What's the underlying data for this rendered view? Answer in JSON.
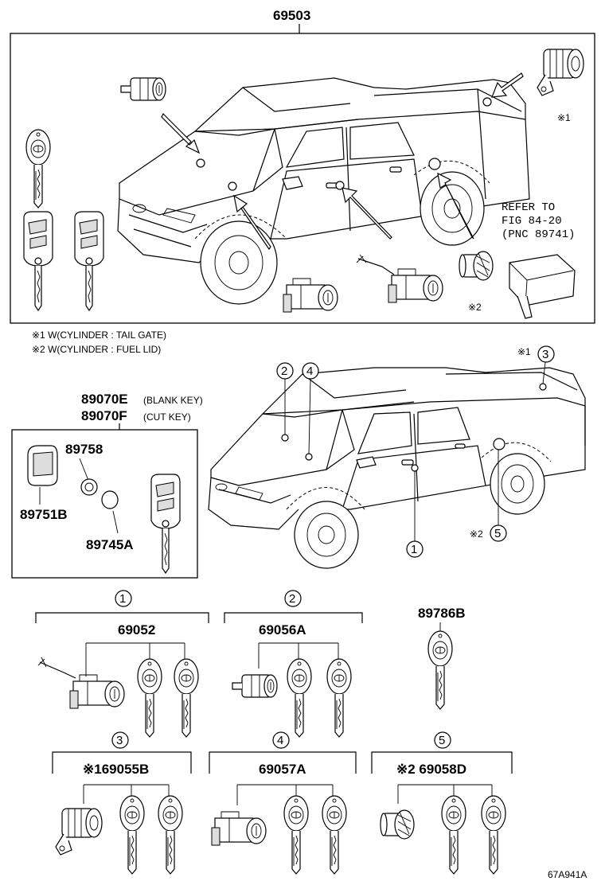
{
  "main_assembly": {
    "part_number": "69503",
    "note_mark_1": "※1",
    "note_mark_2": "※2",
    "refer": {
      "line1": "REFER TO",
      "line2": "FIG 84-20",
      "line3": "(PNC 89741)"
    }
  },
  "footnotes": [
    "※1 W(CYLINDER : TAIL GATE)",
    "※2 W(CYLINDER : FUEL LID)"
  ],
  "key_parts": {
    "blank_key_pn": "89070E",
    "blank_key_label": "(BLANK KEY)",
    "cut_key_pn": "89070F",
    "cut_key_label": "(CUT KEY)",
    "p89758": "89758",
    "p89751b": "89751B",
    "p89745a": "89745A"
  },
  "callouts": {
    "c1": "1",
    "c2": "2",
    "c3": "3",
    "c4": "4",
    "c5": "5",
    "mark1": "※1",
    "mark2": "※2"
  },
  "sets": {
    "s1": {
      "circle": "1",
      "pn": "69052"
    },
    "s2": {
      "circle": "2",
      "pn": "69056A"
    },
    "s3": {
      "circle": "3",
      "pn": "※169055B"
    },
    "s4": {
      "circle": "4",
      "pn": "69057A"
    },
    "s5": {
      "circle": "5",
      "pn": "※2 69058D"
    },
    "key": {
      "pn": "89786B"
    }
  },
  "diagram_code": "67A941A"
}
